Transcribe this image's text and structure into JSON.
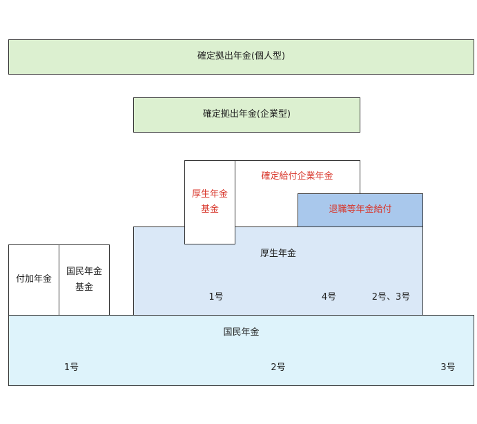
{
  "dc_individual": "確定拠出年金(個人型)",
  "dc_corporate": "確定拠出年金(企業型)",
  "db_corporate": "確定給付企業年金",
  "employee_pension_fund": {
    "line1": "厚生年金",
    "line2": "基金"
  },
  "retirement_benefit": "退職等年金給付",
  "employees_pension": "厚生年金",
  "employees_pension_groups": [
    "1号",
    "4号",
    "2号、3号"
  ],
  "additional_pension": "付加年金",
  "national_pension_fund": {
    "line1": "国民年金",
    "line2": "基金"
  },
  "national_pension": "国民年金",
  "national_pension_groups": [
    "1号",
    "2号",
    "3号"
  ]
}
